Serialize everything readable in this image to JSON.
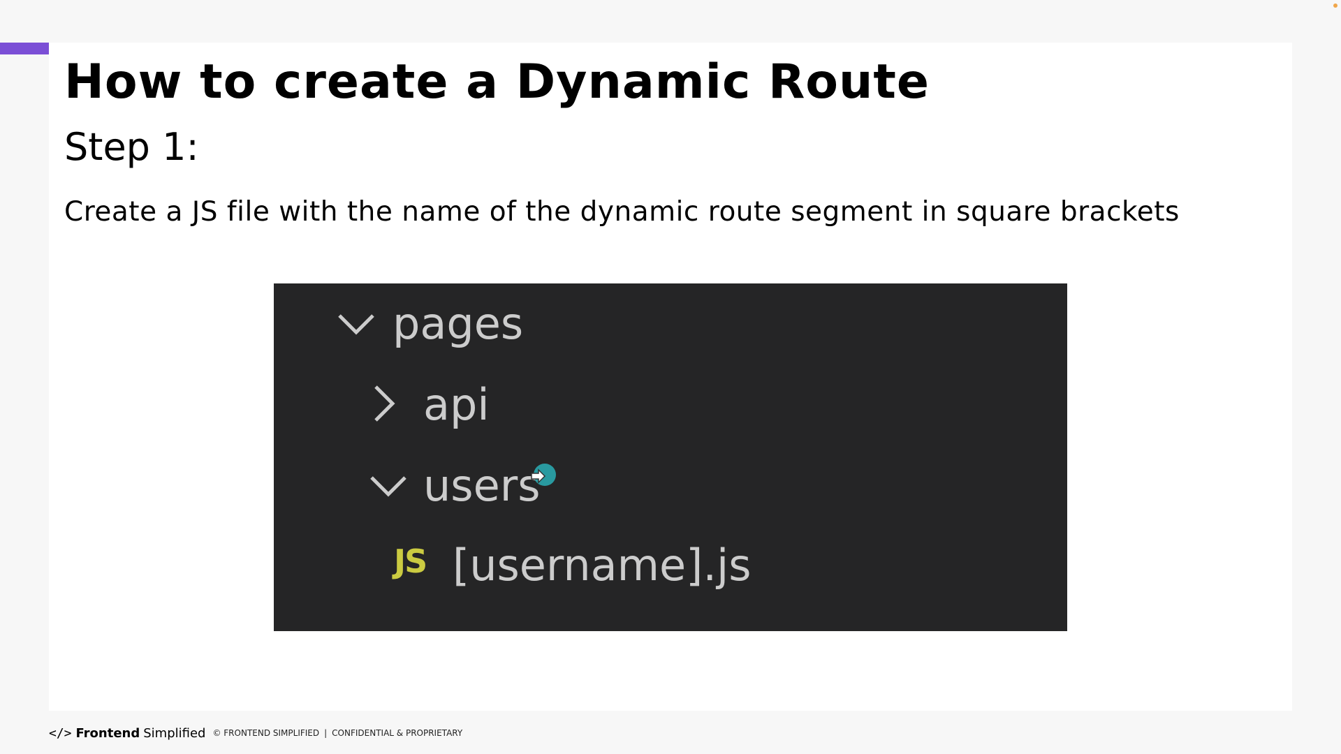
{
  "slide": {
    "title": "How to create a Dynamic Route",
    "step": "Step 1:",
    "description": "Create a JS file with the name of the dynamic route segment in square brackets"
  },
  "explorer": {
    "items": [
      {
        "label": "pages",
        "icon": "chevron-down-icon",
        "expanded": true
      },
      {
        "label": "api",
        "icon": "chevron-right-icon",
        "expanded": false
      },
      {
        "label": "users",
        "icon": "chevron-down-icon",
        "expanded": true
      },
      {
        "label": "[username].js",
        "icon": "js-file-icon",
        "badge": "JS"
      }
    ]
  },
  "footer": {
    "logo_icon": "</>",
    "brand_bold": "Frontend",
    "brand_light": "Simplified",
    "copyright": "© FRONTEND SIMPLIFIED",
    "separator": "|",
    "notice": "CONFIDENTIAL & PROPRIETARY"
  },
  "colors": {
    "accent": "#7b4fd6",
    "explorer_bg": "#252526",
    "explorer_text": "#cccccc",
    "js_badge": "#cbcb41",
    "cursor_highlight": "#2aa7ae"
  }
}
